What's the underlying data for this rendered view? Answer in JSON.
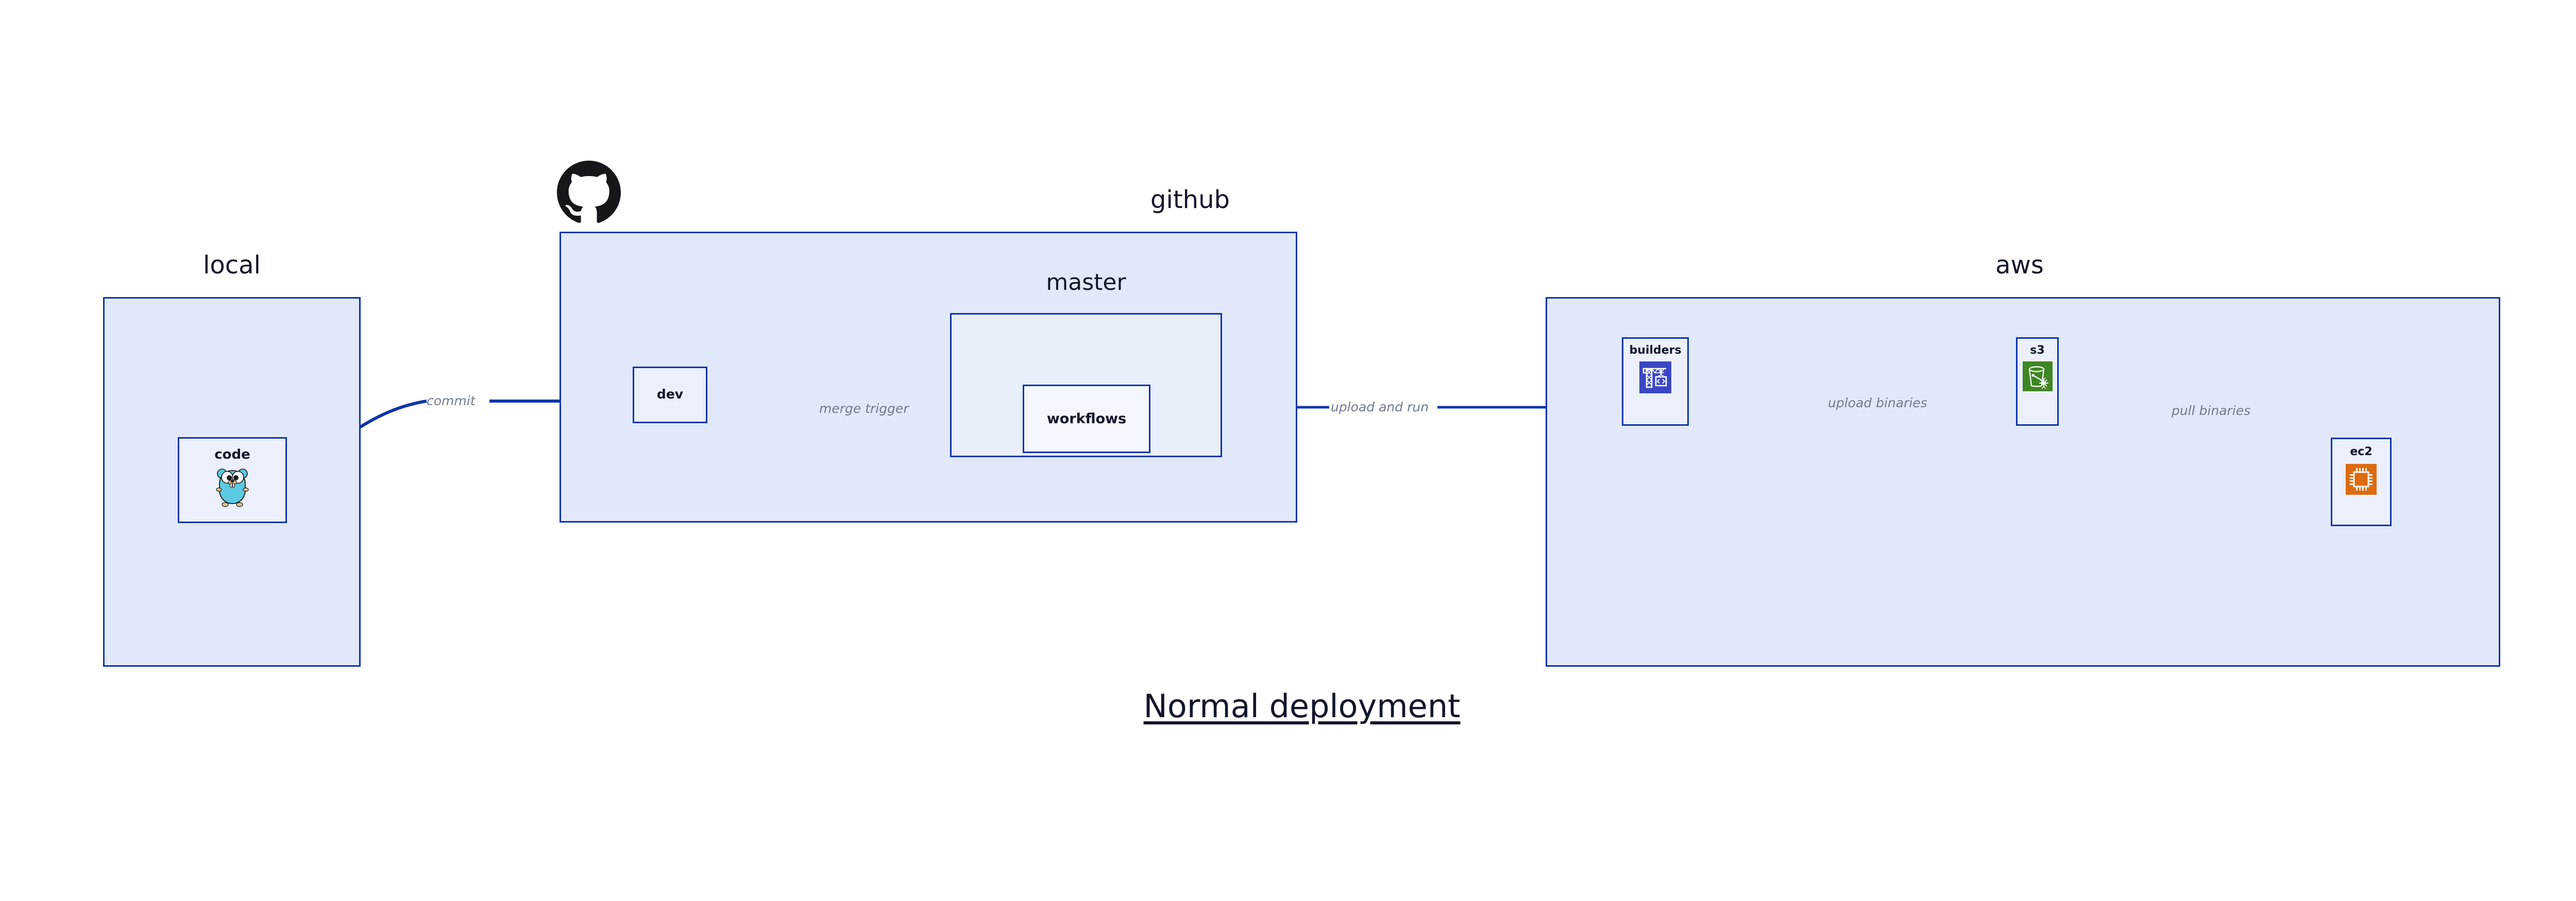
{
  "diagram": {
    "title": "Normal deployment",
    "accent_border": "#0E34AD",
    "group_fill": "#E1E8FA",
    "subgroup_fill": "#E9EEFB",
    "node_fill": "#EBF0FC",
    "edge_label_color": "#707B8C",
    "text_color": "#12162B",
    "background": "#FFFFFF"
  },
  "groups": {
    "local": {
      "label": "local"
    },
    "github": {
      "label": "github",
      "logo_icon": "github-octocat-icon"
    },
    "master": {
      "label": "master"
    },
    "aws": {
      "label": "aws"
    }
  },
  "nodes": {
    "code": {
      "label": "code",
      "icon": "go-gopher-icon"
    },
    "dev": {
      "label": "dev"
    },
    "workflows": {
      "label": "workflows"
    },
    "builders": {
      "label": "builders",
      "icon": "aws-codebuild-icon",
      "icon_color": "#3A47C4"
    },
    "s3": {
      "label": "s3",
      "icon": "aws-s3-glacier-icon",
      "icon_color": "#3F8624"
    },
    "ec2": {
      "label": "ec2",
      "icon": "aws-ec2-icon",
      "icon_color": "#DD6B10"
    }
  },
  "edges": [
    {
      "id": "commit",
      "label": "commit",
      "from": "code",
      "to": "dev"
    },
    {
      "id": "merge-trigger",
      "label": "merge trigger",
      "from": "dev",
      "to": "workflows"
    },
    {
      "id": "upload-run",
      "label": "upload and run",
      "from": "workflows",
      "to": "builders"
    },
    {
      "id": "upload-bin",
      "label": "upload binaries",
      "from": "builders",
      "to": "s3"
    },
    {
      "id": "pull-bin",
      "label": "pull binaries",
      "from": "s3",
      "to": "ec2"
    }
  ]
}
